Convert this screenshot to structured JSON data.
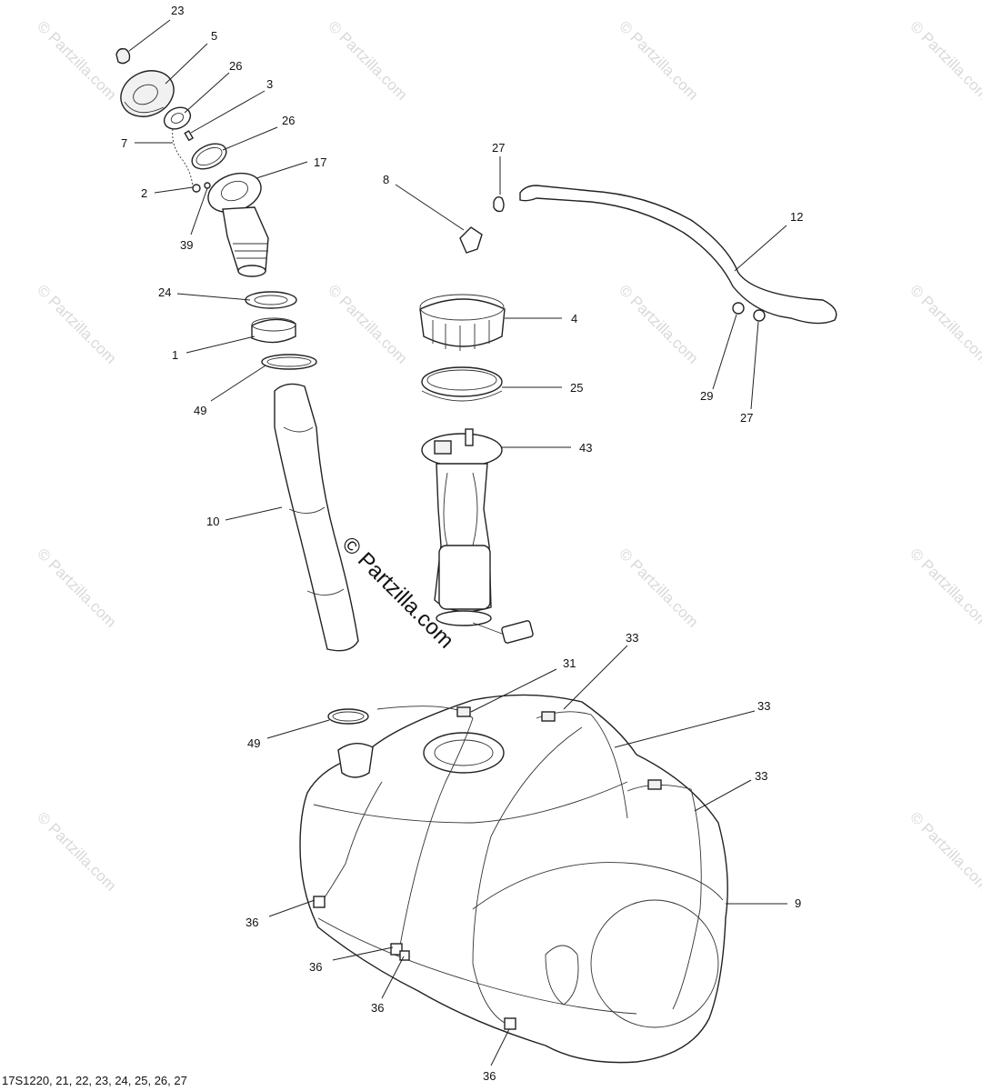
{
  "callouts": [
    {
      "id": "c23",
      "label": "23"
    },
    {
      "id": "c5",
      "label": "5"
    },
    {
      "id": "c26a",
      "label": "26"
    },
    {
      "id": "c3",
      "label": "3"
    },
    {
      "id": "c7",
      "label": "7"
    },
    {
      "id": "c26b",
      "label": "26"
    },
    {
      "id": "c17",
      "label": "17"
    },
    {
      "id": "c2",
      "label": "2"
    },
    {
      "id": "c39",
      "label": "39"
    },
    {
      "id": "c27a",
      "label": "27"
    },
    {
      "id": "c8",
      "label": "8"
    },
    {
      "id": "c12",
      "label": "12"
    },
    {
      "id": "c24",
      "label": "24"
    },
    {
      "id": "c4",
      "label": "4"
    },
    {
      "id": "c1",
      "label": "1"
    },
    {
      "id": "c29",
      "label": "29"
    },
    {
      "id": "c27b",
      "label": "27"
    },
    {
      "id": "c25",
      "label": "25"
    },
    {
      "id": "c49a",
      "label": "49"
    },
    {
      "id": "c43",
      "label": "43"
    },
    {
      "id": "c10",
      "label": "10"
    },
    {
      "id": "c33a",
      "label": "33"
    },
    {
      "id": "c31",
      "label": "31"
    },
    {
      "id": "c33b",
      "label": "33"
    },
    {
      "id": "c49b",
      "label": "49"
    },
    {
      "id": "c33c",
      "label": "33"
    },
    {
      "id": "c9",
      "label": "9"
    },
    {
      "id": "c36a",
      "label": "36"
    },
    {
      "id": "c36b",
      "label": "36"
    },
    {
      "id": "c36c",
      "label": "36"
    },
    {
      "id": "c36d",
      "label": "36"
    }
  ],
  "footer_text": "17S1220, 21, 22, 23, 24, 25, 26, 27",
  "watermark_text": "© Partzilla.com",
  "colors": {
    "line": "#222222",
    "watermark": "#d9d9d9",
    "background": "#ffffff"
  }
}
